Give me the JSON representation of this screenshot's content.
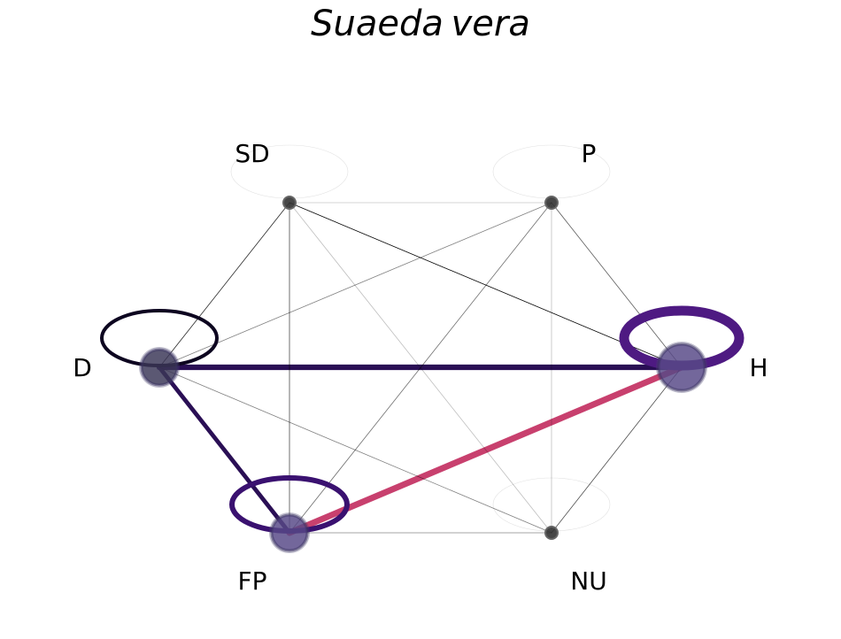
{
  "title": "Suaeda vera",
  "colors": {
    "node_fill": "#2b2b4a",
    "self_loop_D": "#0d0520",
    "self_loop_H": "#4e1a82",
    "self_loop_FP": "#3a1170",
    "edge_strong": "#2a0f55",
    "edge_highlight": "#c8406e",
    "edge_thin": "#000000"
  },
  "nodes": [
    {
      "id": "SD",
      "label": "SD",
      "size": 1
    },
    {
      "id": "P",
      "label": "P",
      "size": 1
    },
    {
      "id": "D",
      "label": "D",
      "size": 3
    },
    {
      "id": "H",
      "label": "H",
      "size": 4
    },
    {
      "id": "FP",
      "label": "FP",
      "size": 3
    },
    {
      "id": "NU",
      "label": "NU",
      "size": 1
    }
  ],
  "self_loops": [
    {
      "node": "SD",
      "weight": 0.02
    },
    {
      "node": "P",
      "weight": 0.01
    },
    {
      "node": "D",
      "weight": 0.5
    },
    {
      "node": "H",
      "weight": 1.0
    },
    {
      "node": "FP",
      "weight": 0.6
    },
    {
      "node": "NU",
      "weight": 0.01
    }
  ],
  "edges": [
    {
      "source": "D",
      "target": "H",
      "weight": 0.85,
      "highlight": false
    },
    {
      "source": "D",
      "target": "FP",
      "weight": 0.55,
      "highlight": false
    },
    {
      "source": "FP",
      "target": "H",
      "weight": 1.0,
      "highlight": true
    },
    {
      "source": "SD",
      "target": "H",
      "weight": 0.12,
      "highlight": false
    },
    {
      "source": "SD",
      "target": "D",
      "weight": 0.1,
      "highlight": false
    },
    {
      "source": "SD",
      "target": "FP",
      "weight": 0.08,
      "highlight": false
    },
    {
      "source": "SD",
      "target": "P",
      "weight": 0.01,
      "highlight": false
    },
    {
      "source": "SD",
      "target": "NU",
      "weight": 0.015,
      "highlight": false
    },
    {
      "source": "P",
      "target": "H",
      "weight": 0.07,
      "highlight": false
    },
    {
      "source": "P",
      "target": "D",
      "weight": 0.05,
      "highlight": false
    },
    {
      "source": "P",
      "target": "FP",
      "weight": 0.06,
      "highlight": false
    },
    {
      "source": "P",
      "target": "NU",
      "weight": 0.015,
      "highlight": false
    },
    {
      "source": "D",
      "target": "NU",
      "weight": 0.05,
      "highlight": false
    },
    {
      "source": "FP",
      "target": "NU",
      "weight": 0.045,
      "highlight": false
    },
    {
      "source": "H",
      "target": "NU",
      "weight": 0.08,
      "highlight": false
    }
  ]
}
